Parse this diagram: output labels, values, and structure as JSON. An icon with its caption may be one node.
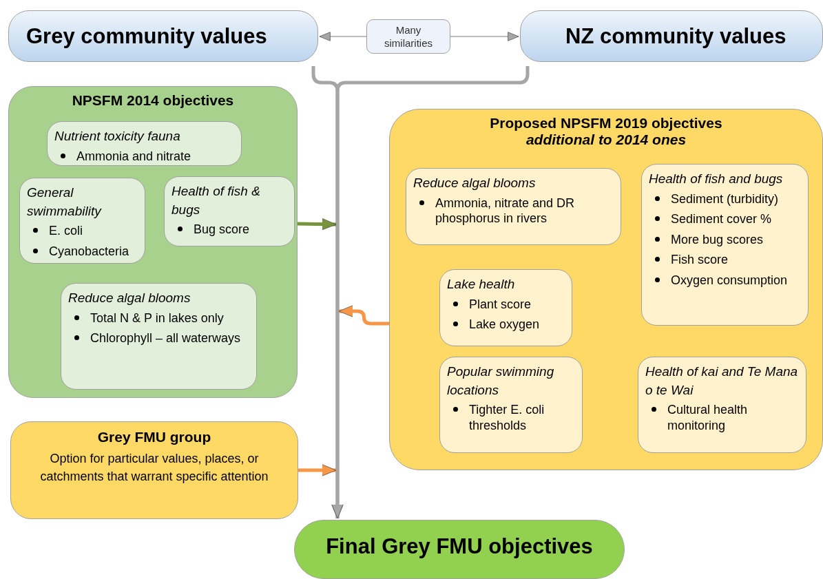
{
  "diagram": {
    "nodes": [
      {
        "text": [
          "Grey community values"
        ]
      },
      {
        "text": [
          "Many similarities"
        ]
      },
      {
        "text": [
          "NZ community values"
        ]
      },
      {
        "text": [
          "NPSFM 2014 objectives"
        ]
      },
      {
        "text": [
          "Nutrient toxicity fauna",
          "Ammonia and nitrate"
        ],
        "in": 3
      },
      {
        "text": [
          "General swimmability",
          "E. coli",
          "Cyanobacteria"
        ],
        "in": 3
      },
      {
        "text": [
          "Health of fish & bugs",
          "Bug score"
        ],
        "in": 3
      },
      {
        "text": [
          "Reduce algal blooms",
          "Total N & P in lakes only",
          "Chlorophyll – all waterways"
        ],
        "in": 3
      },
      {
        "text": [
          "Proposed NPSFM 2019 objectives",
          "additional to 2014 ones"
        ]
      },
      {
        "text": [
          "Reduce algal blooms",
          "Ammonia, nitrate and DR phosphorus in rivers"
        ],
        "in": 8
      },
      {
        "text": [
          "Health of fish and bugs",
          "Sediment (turbidity)",
          "Sediment cover %",
          "More bug scores",
          "Fish score",
          "Oxygen consumption"
        ],
        "in": 8
      },
      {
        "text": [
          "Lake health",
          "Plant score",
          "Lake oxygen"
        ],
        "in": 8
      },
      {
        "text": [
          "Popular swimming locations",
          "Tighter E. coli thresholds"
        ],
        "in": 8
      },
      {
        "text": [
          "Health of kai and Te Mana o te Wai",
          "Cultural health monitoring"
        ],
        "in": 8
      },
      {
        "text": [
          "Grey FMU group",
          "Option for particular values, places, or catchments that warrant specific attention"
        ]
      },
      {
        "text": [
          "Final Grey FMU objectives"
        ]
      }
    ],
    "edges": [
      {
        "from": 1,
        "to": 0,
        "arrow": "to"
      },
      {
        "from": 1,
        "to": 2,
        "arrow": "to"
      },
      {
        "from": 0,
        "to": 15,
        "arrow": "to"
      },
      {
        "from": 2,
        "to": 15,
        "arrow": "to"
      },
      {
        "from": 3,
        "to": null,
        "arrow": "to",
        "color": "#77933c"
      },
      {
        "from": 8,
        "to": null,
        "arrow": "to",
        "color": "#f79646"
      },
      {
        "from": 14,
        "to": null,
        "arrow": "to",
        "color": "#f79646"
      }
    ]
  }
}
